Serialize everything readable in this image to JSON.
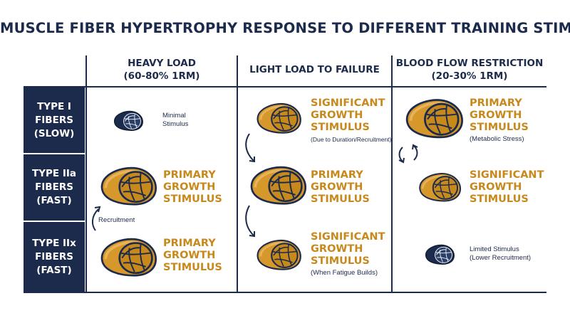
{
  "title": "MUSCLE FIBER HYPERTROPHY RESPONSE TO DIFFERENT TRAINING STIMULI",
  "columns": [
    {
      "line1": "HEAVY LOAD",
      "line2": "(60-80% 1RM)"
    },
    {
      "line1": "LIGHT LOAD TO FAILURE",
      "line2": ""
    },
    {
      "line1": "BLOOD FLOW RESTRICTION",
      "line2": "(20-30% 1RM)"
    }
  ],
  "rows": [
    {
      "line1": "TYPE I",
      "line2": "FIBERS",
      "line3": "(SLOW)"
    },
    {
      "line1": "TYPE IIa",
      "line2": "FIBERS",
      "line3": "(FAST)"
    },
    {
      "line1": "TYPE IIx",
      "line2": "FIBERS",
      "line3": "(FAST)"
    }
  ],
  "cells": {
    "heavy_type1": {
      "note1": "Minimal",
      "note2": "Stimulus"
    },
    "heavy_type2a": {
      "line1": "PRIMARY",
      "line2": "GROWTH",
      "line3": "STIMULUS"
    },
    "heavy_type2x": {
      "line1": "PRIMARY",
      "line2": "GROWTH",
      "line3": "STIMULUS"
    },
    "heavy_arrow_label": "Recruitment",
    "light_type1": {
      "line1": "SIGNIFICANT",
      "line2": "GROWTH",
      "line3": "STIMULUS",
      "note": "(Due to Duration/Recruitment)"
    },
    "light_type2a": {
      "line1": "PRIMARY",
      "line2": "GROWTH",
      "line3": "STIMULUS"
    },
    "light_type2x": {
      "line1": "SIGNIFICANT",
      "line2": "GROWTH",
      "line3": "STIMULUS",
      "note": "(When Fatigue Builds)"
    },
    "bfr_type1": {
      "line1": "PRIMARY",
      "line2": "GROWTH",
      "line3": "STIMULUS",
      "note": "(Metabolic Stress)"
    },
    "bfr_type2a": {
      "line1": "SIGNIFICANT",
      "line2": "GROWTH",
      "line3": "STIMULUS"
    },
    "bfr_type2x": {
      "note1": "Limited Stimulus",
      "note2": "(Lower Recruitment)"
    }
  },
  "colors": {
    "navy": "#1c2b4c",
    "gold": "#c8891c",
    "gold_light": "#e8ad45"
  },
  "icons": {
    "muscle": "muscle-cross-section-icon",
    "arrow": "curved-arrow-icon",
    "cycle": "cycle-arrows-icon"
  }
}
